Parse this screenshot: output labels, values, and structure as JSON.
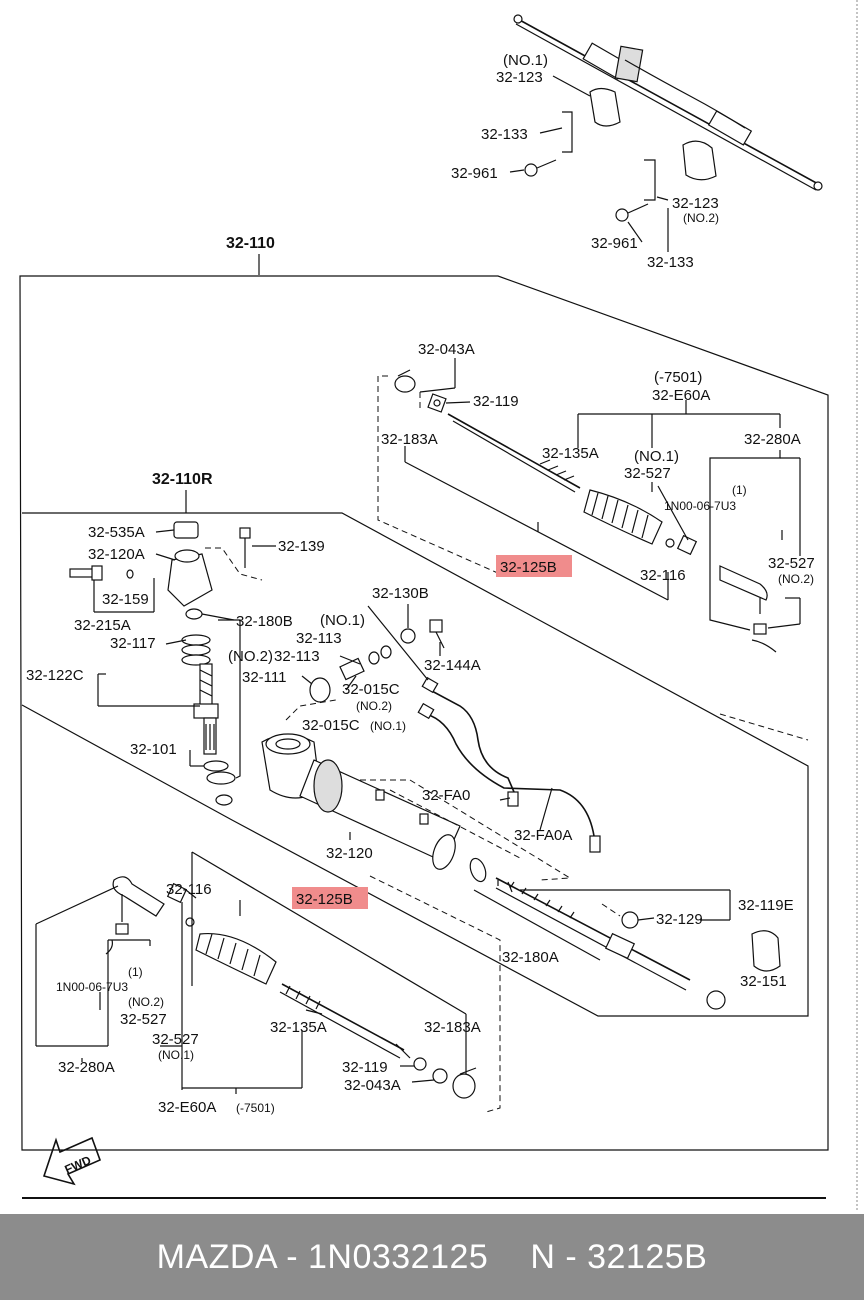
{
  "labels": {
    "no1_top": "(NO.1)",
    "p32_123_top": "32-123",
    "p32_133_top": "32-133",
    "p32_961_top": "32-961",
    "p32_123_r": "32-123",
    "no2_r": "(NO.2)",
    "p32_961_r": "32-961",
    "p32_133_r": "32-133",
    "p32_110": "32-110",
    "p32_043a_top": "32-043A",
    "p32_119_top": "32-119",
    "p32_183a_top": "32-183A",
    "m7501_top": "(-7501)",
    "p32_e60a_top": "32-E60A",
    "p32_135a_top": "32-135A",
    "no1_mid": "(NO.1)",
    "p32_527_mid": "32-527",
    "p32_280a_top": "32-280A",
    "one_r": "(1)",
    "code_r": "1N00-06-7U3",
    "p32_125b_top": "32-125B",
    "p32_116_top": "32-116",
    "p32_527_r": "32-527",
    "no2_r2": "(NO.2)",
    "p32_110r": "32-110R",
    "p32_535a": "32-535A",
    "p32_139": "32-139",
    "p32_120a": "32-120A",
    "p32_159": "32-159",
    "p32_215a": "32-215A",
    "p32_180b": "32-180B",
    "p32_130b": "32-130B",
    "no1_113": "(NO.1)",
    "p32_113_1": "32-113",
    "p32_117": "32-117",
    "p32_122c": "32-122C",
    "no2_113": "(NO.2)",
    "p32_113_2": "32-113",
    "p32_144a": "32-144A",
    "p32_111": "32-111",
    "p32_015c_1": "32-015C",
    "no2_015": "(NO.2)",
    "p32_015c_2": "32-015C",
    "no1_015": "(NO.1)",
    "p32_101": "32-101",
    "p32_fa0": "32-FA0",
    "p32_fa0a": "32-FA0A",
    "p32_120": "32-120",
    "p32_116_bot": "32-116",
    "p32_125b_bot": "32-125B",
    "p32_129": "32-129",
    "p32_119e": "32-119E",
    "p32_180a": "32-180A",
    "p32_151": "32-151",
    "one_l": "(1)",
    "code_l": "1N00-06-7U3",
    "no2_l": "(NO.2)",
    "p32_527_l": "32-527",
    "p32_135a_bot": "32-135A",
    "p32_183a_bot": "32-183A",
    "p32_527_l2": "32-527",
    "no1_l": "(NO.1)",
    "p32_280a_bot": "32-280A",
    "p32_119_bot": "32-119",
    "p32_043a_bot": "32-043A",
    "p32_e60a_bot": "32-E60A",
    "m7501_bot": "(-7501)",
    "fwd": "FWD"
  },
  "highlight_color": "#f08c8c",
  "footer": {
    "left": "MAZDA - 1N0332125",
    "right": "N - 32125B",
    "background": "#8c8c8c"
  }
}
